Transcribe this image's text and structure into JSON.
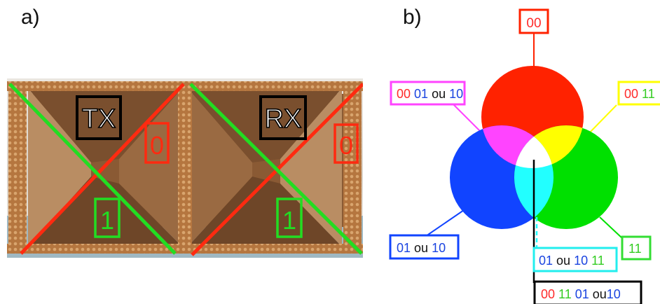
{
  "panel_a": {
    "label": "a)"
  },
  "panel_b": {
    "label": "b)"
  },
  "antenna": {
    "tx_label": "TX",
    "rx_label": "RX",
    "tx_red_label": "0",
    "tx_green_label": "1",
    "rx_red_label": "0",
    "rx_green_label": "1"
  },
  "venn": {
    "top_label": "00",
    "magenta_box": [
      {
        "text": "00",
        "color": "#ff2a2a"
      },
      {
        "text": " 01",
        "color": "#1a44e0"
      },
      {
        "text": " ou",
        "color": "#111111"
      },
      {
        "text": " 10",
        "color": "#1a44e0"
      }
    ],
    "yellow_box": [
      {
        "text": "00",
        "color": "#ff2a2a"
      },
      {
        "text": " 11",
        "color": "#33cc22"
      }
    ],
    "blue_box": [
      {
        "text": "01",
        "color": "#1a44e0"
      },
      {
        "text": " ou",
        "color": "#111111"
      },
      {
        "text": " 10",
        "color": "#1a44e0"
      }
    ],
    "green_box": [
      {
        "text": "11",
        "color": "#33cc22"
      }
    ],
    "cyan_box": [
      {
        "text": "01",
        "color": "#1a44e0"
      },
      {
        "text": " ou",
        "color": "#111111"
      },
      {
        "text": " 10",
        "color": "#1a44e0"
      },
      {
        "text": " 11",
        "color": "#33cc22"
      }
    ],
    "black_box": [
      {
        "text": "00",
        "color": "#ff2a2a"
      },
      {
        "text": " 11",
        "color": "#33cc22"
      },
      {
        "text": " 01",
        "color": "#1a44e0"
      },
      {
        "text": " ou",
        "color": "#111111"
      },
      {
        "text": "10",
        "color": "#1a44e0"
      }
    ]
  },
  "colors": {
    "red": "#ff2200",
    "green": "#00e000",
    "blue": "#1144ff",
    "magenta": "#ff44ff",
    "yellow": "#ffff00",
    "cyan": "#22ffff",
    "frame": "#a8693a"
  }
}
